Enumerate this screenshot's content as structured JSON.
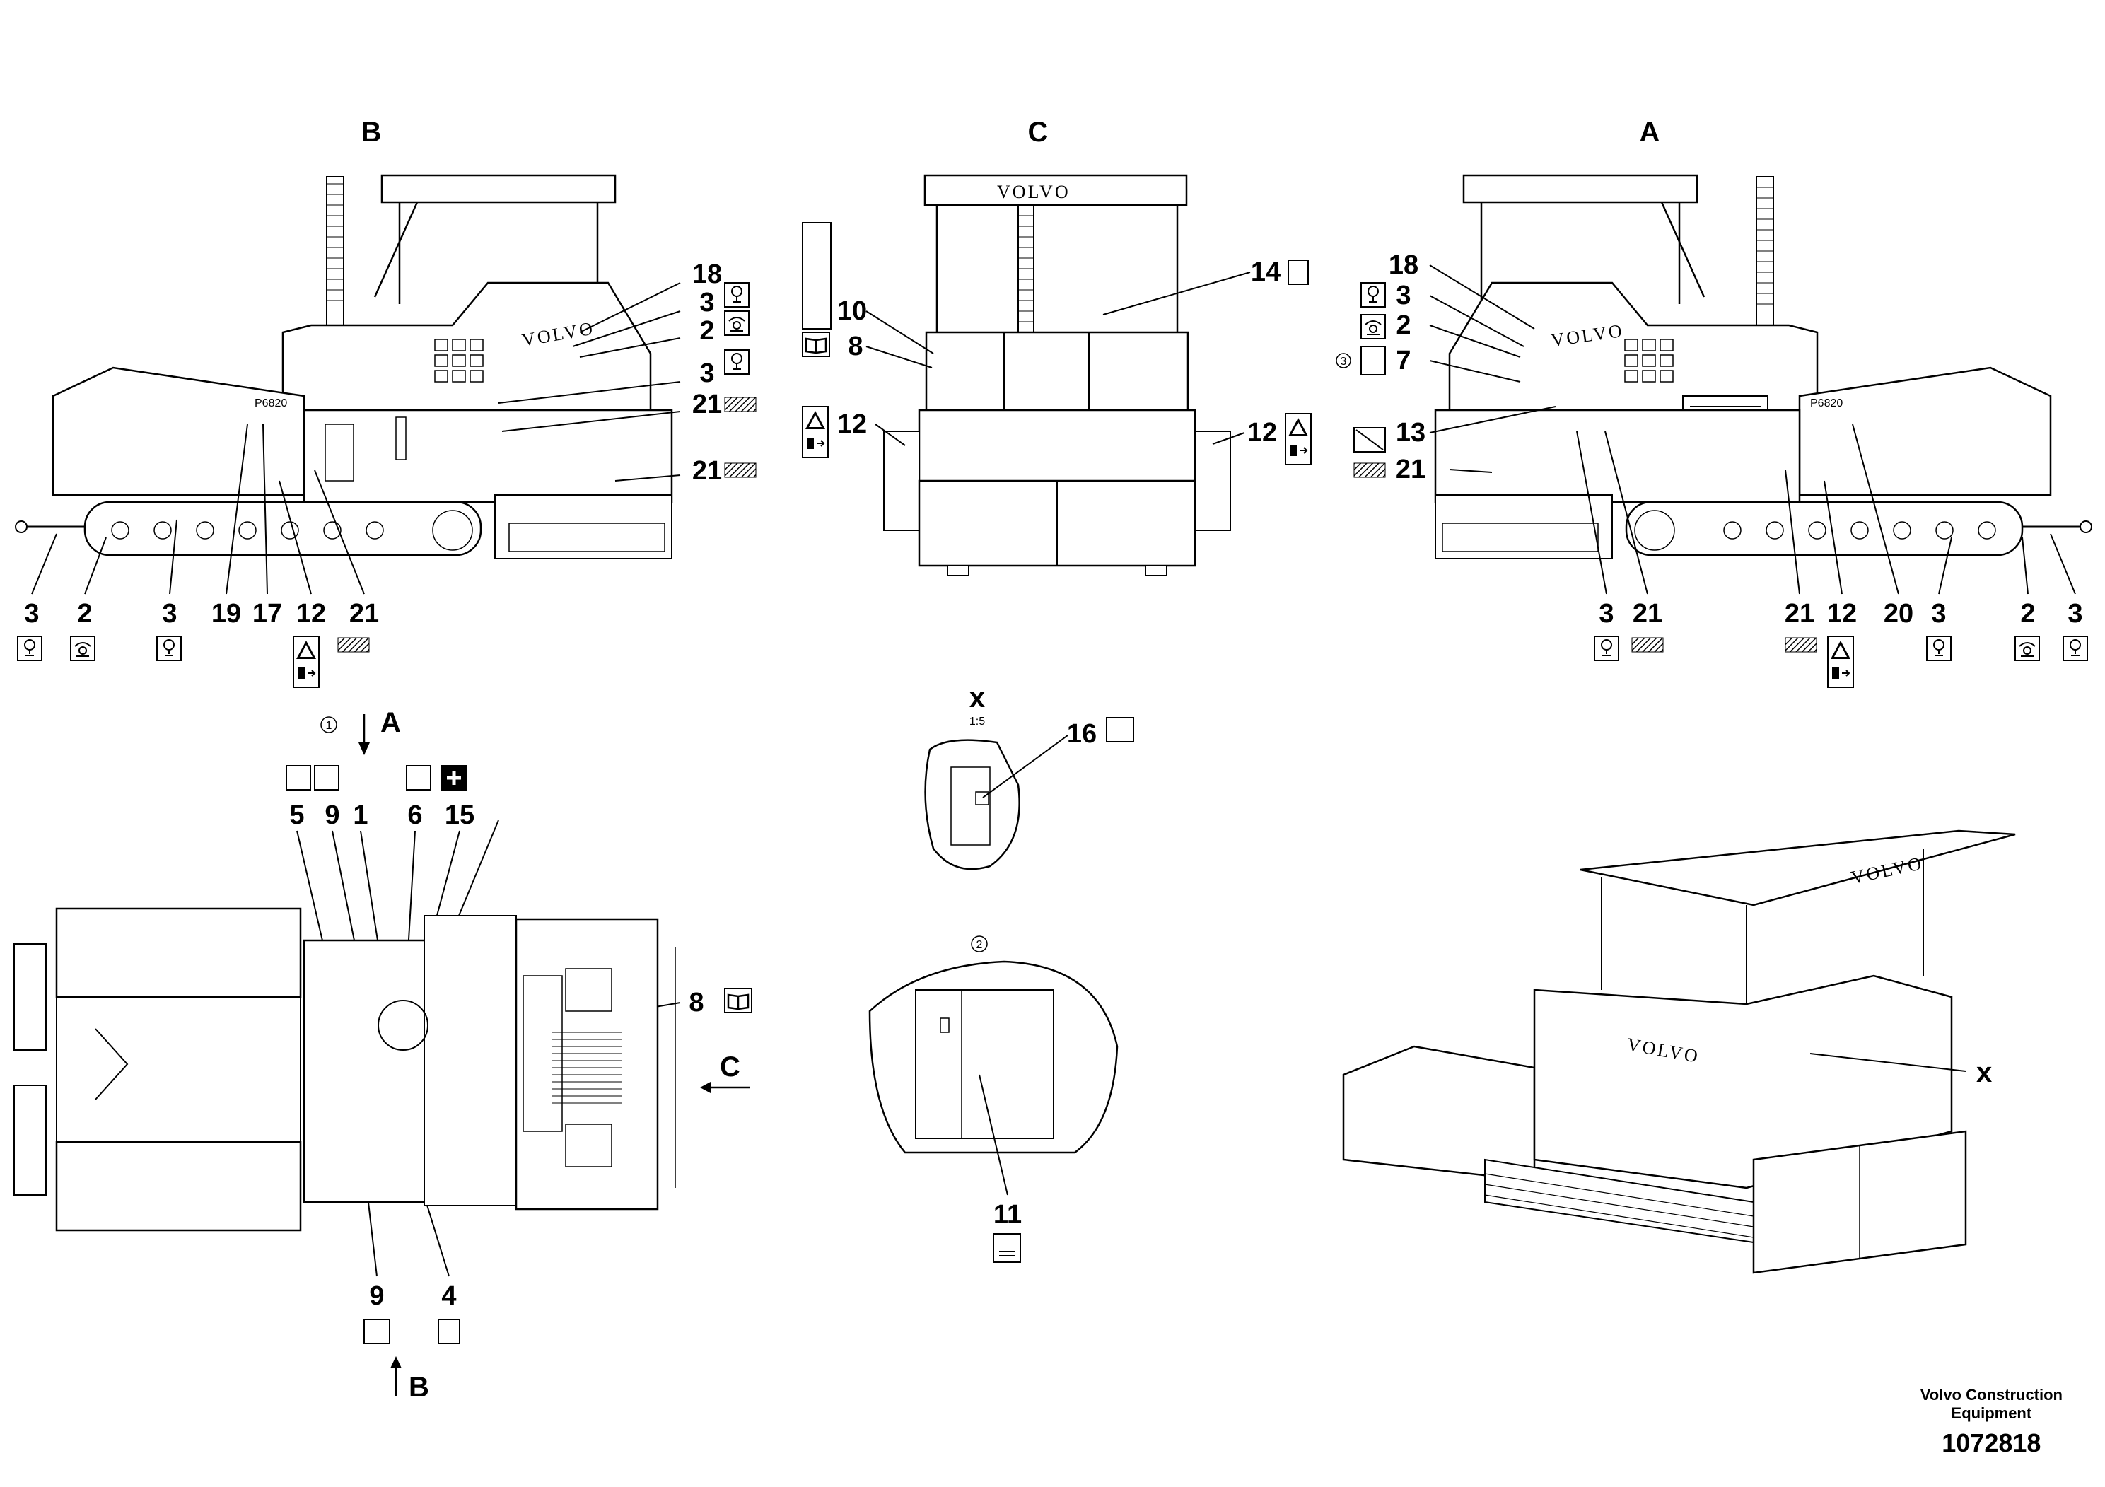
{
  "views": {
    "b": "B",
    "c": "C",
    "a": "A",
    "x": "x",
    "x_scale": "1:5"
  },
  "brand": "VOLVO",
  "notes": {
    "n1": "1",
    "n2": "2",
    "n3": "3"
  },
  "arrows": {
    "a": "A",
    "b": "B",
    "c": "C",
    "x": "x"
  },
  "callouts": {
    "b": [
      "18",
      "3",
      "2",
      "3",
      "21",
      "21",
      "3",
      "2",
      "3",
      "19",
      "17",
      "12",
      "21"
    ],
    "c": [
      "14",
      "10",
      "8",
      "12",
      "12"
    ],
    "a": [
      "18",
      "3",
      "2",
      "7",
      "13",
      "21",
      "3",
      "21",
      "21",
      "12",
      "20",
      "3",
      "2",
      "3"
    ],
    "top": [
      "5",
      "9",
      "1",
      "6",
      "15",
      "8",
      "9",
      "4"
    ],
    "detail_x": [
      "16"
    ],
    "detail_2": [
      "11"
    ]
  },
  "icons": [
    "crane-hook-icon",
    "lifting-point-icon",
    "tie-down-icon",
    "manual-book-icon",
    "crush-warning-icon",
    "hazard-stripe-icon",
    "fuel-icon",
    "first-aid-icon",
    "oil-icon",
    "sound-level-icon",
    "battery-icon"
  ],
  "footer": {
    "company_line1": "Volvo Construction",
    "company_line2": "Equipment",
    "drawing_number": "1072818"
  }
}
